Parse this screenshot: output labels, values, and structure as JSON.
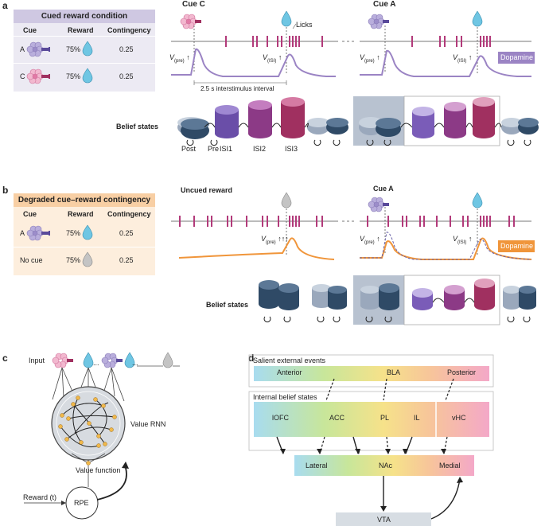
{
  "panels": {
    "a": "a",
    "b": "b",
    "c": "c",
    "d": "d"
  },
  "colors": {
    "purple": "#9b84c4",
    "orange": "#f0953a",
    "magenta": "#b23a7a",
    "navy": "#2f4a66",
    "lavender_bg": "#e6e2f0",
    "peach_bg": "#fbe3cc",
    "drop_blue": "#6fc6e3",
    "drop_gray": "#b9b9b9"
  },
  "table_a": {
    "title": "Cued reward condition",
    "headers": [
      "Cue",
      "Reward",
      "Contingency"
    ],
    "rows": [
      {
        "cue": "A",
        "reward": "75%",
        "contingency": "0.25"
      },
      {
        "cue": "C",
        "reward": "75%",
        "contingency": "0.25"
      }
    ]
  },
  "table_b": {
    "title": "Degraded cue–reward contingency",
    "headers": [
      "Cue",
      "Reward",
      "Contingency"
    ],
    "rows": [
      {
        "cue": "A",
        "reward": "75%",
        "contingency": "0.25"
      },
      {
        "cue": "No cue",
        "reward": "75%",
        "contingency": "0.25"
      }
    ]
  },
  "panel_a": {
    "cue_c_label": "Cue C",
    "cue_a_label": "Cue A",
    "licks_label": "Licks",
    "v_pre": "V",
    "v_pre_sub": "(pre)",
    "v_pre_arrow": "↑",
    "v_isi": "V",
    "v_isi_sub": "(ISI)",
    "v_isi_arrow": "↑",
    "interval_label": "2.5 s interstimulus interval",
    "dopamine_label": "Dopamine",
    "belief_states_label": "Belief states",
    "state_labels": [
      "Post",
      "Pre",
      "ISI1",
      "ISI2",
      "ISI3"
    ]
  },
  "panel_b": {
    "uncued_label": "Uncued reward",
    "cue_a_label": "Cue A",
    "v_pre": "V",
    "v_pre_sub": "(pre)",
    "v_pre_arrows_1": "↑↑↑",
    "v_pre_arrow_2": "↑",
    "v_isi": "V",
    "v_isi_sub": "(ISI)",
    "v_isi_arrow": "↑",
    "dopamine_label": "Dopamine",
    "belief_states_label": "Belief states"
  },
  "panel_c": {
    "input_label": "Input",
    "ellipsis": "...",
    "rnn_label": "Value RNN",
    "value_function_label": "Value function",
    "rpe_label": "RPE",
    "reward_label": "Reward (t)"
  },
  "panel_d": {
    "salient_title": "Salient external events",
    "salient_regions": [
      "Anterior",
      "BLA",
      "Posterior"
    ],
    "internal_title": "Internal belief states",
    "internal_regions": [
      "lOFC",
      "ACC",
      "PL",
      "IL",
      "vHC"
    ],
    "nac_regions": [
      "Lateral",
      "NAc",
      "Medial"
    ],
    "vta_label": "VTA"
  }
}
